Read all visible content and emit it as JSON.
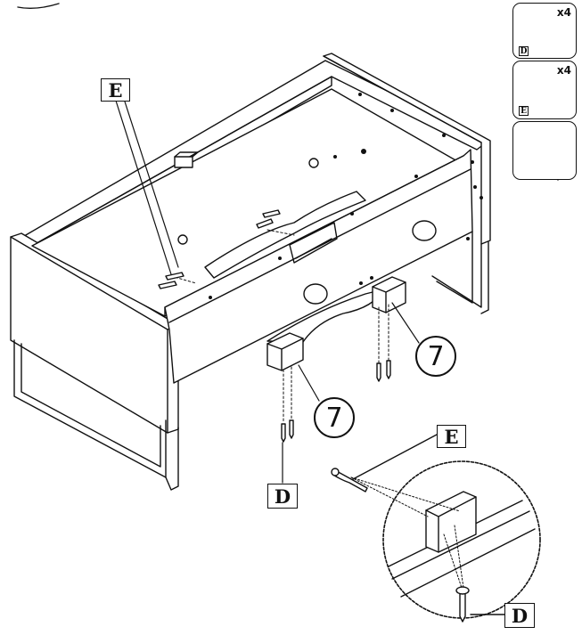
{
  "callouts": {
    "part_e_top": "E",
    "part_e_detail": "E",
    "part_d_main": "D",
    "part_d_detail": "D",
    "step_left": "7",
    "step_right": "7"
  },
  "hardware_panel": {
    "item_d": {
      "code": "D",
      "quantity": "x4",
      "icon": "wood-screw-icon"
    },
    "item_e": {
      "code": "E",
      "quantity": "x4",
      "icon": "cam-screw-icon"
    },
    "tool": {
      "icon": "phillips-screwdriver-icon"
    }
  }
}
